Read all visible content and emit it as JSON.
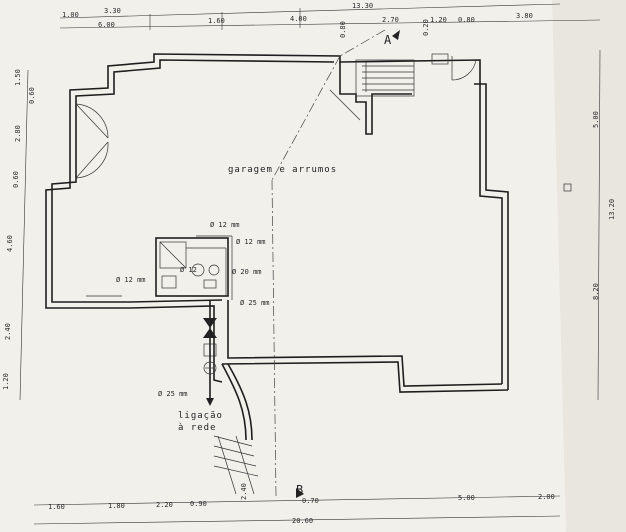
{
  "room_label": "garagem e arrumos",
  "section_labels": {
    "top": "A",
    "bottom": "B"
  },
  "connection_label": {
    "line1": "ligação",
    "line2": "à rede"
  },
  "pipe_labels": [
    "Ø 12 mm",
    "Ø 12 mm",
    "Ø 12 mm",
    "Ø 12",
    "Ø 20 mm",
    "Ø 25 mm",
    "Ø 25 mm"
  ],
  "dims_top_row1": [
    "1.00",
    "3.30",
    "13.30"
  ],
  "dims_top_row2": [
    "6.00",
    "1.60",
    "4.00",
    "0.80",
    "2.70",
    "0.20",
    "1.20",
    "0.80",
    "3.80"
  ],
  "dims_left": [
    "1.50",
    "0.60",
    "2.80",
    "0.60",
    "4.60",
    "2.40",
    "1.20"
  ],
  "dims_right": [
    "5.00",
    "13.20",
    "8.20"
  ],
  "dims_bottom": [
    "1.60",
    "1.80",
    "2.20",
    "0.90",
    "2.40",
    "5.00",
    "2.00",
    "0.70"
  ],
  "dim_bottom_total": "20.60"
}
